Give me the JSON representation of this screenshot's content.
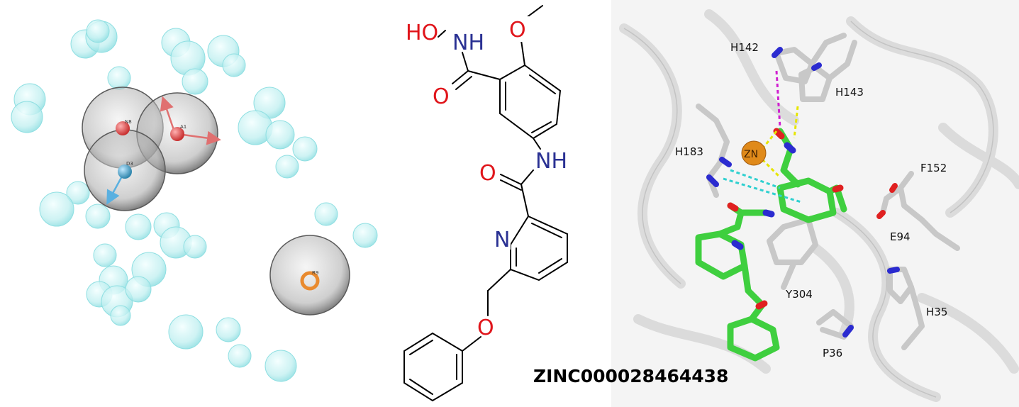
{
  "compound_id": "ZINC000028464438",
  "pharmacophore": {
    "feature_labels": [
      "N8",
      "A1",
      "D3",
      "R9"
    ],
    "colors": {
      "acceptor": "#e05555",
      "donor": "#4aa3c8",
      "aromatic_ring": "#e98a2e",
      "excluded_volume": "#bfeff0"
    }
  },
  "molecule": {
    "atom_labels": {
      "hydroxamate_oh": "HO",
      "hydroxamate_nh": "NH",
      "carbonyl_o1": "O",
      "methoxy_o": "O",
      "amide_nh": "NH",
      "carbonyl_o2": "O",
      "pyridine_n": "N",
      "ether_o": "O"
    },
    "colors": {
      "oxygen": "#e0151b",
      "nitrogen": "#2a3193",
      "bond": "#000000"
    }
  },
  "docking": {
    "residues": [
      "H142",
      "H143",
      "H183",
      "F152",
      "E94",
      "Y304",
      "H35",
      "P36"
    ],
    "metal_label": "ZN",
    "colors": {
      "ligand_carbon": "#3fcf3f",
      "protein_carbon": "#c8c8c8",
      "nitrogen": "#2b2bd0",
      "oxygen": "#e02020",
      "zinc": "#e08a1a",
      "hbond": "#e6e600",
      "metal_coord": "#d020d0",
      "pi_contact": "#30d0d0"
    }
  }
}
